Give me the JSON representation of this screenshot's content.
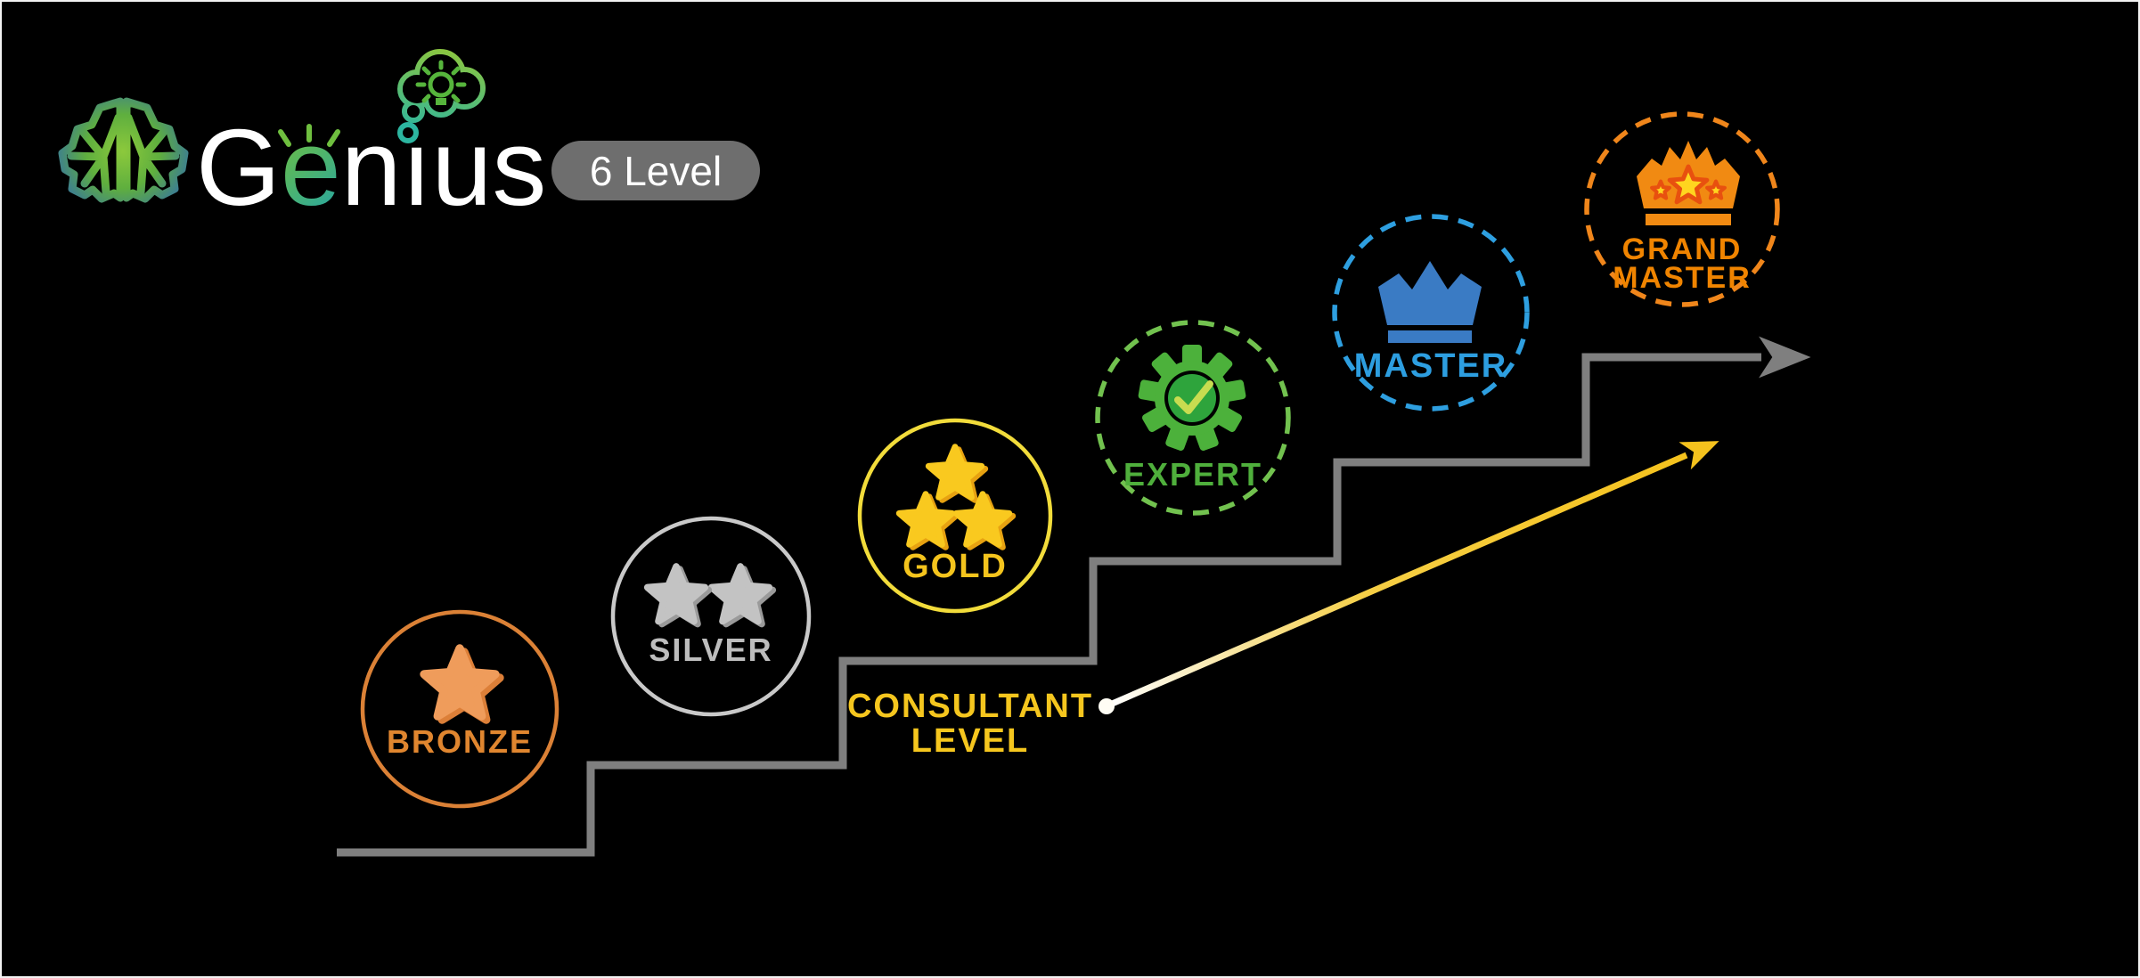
{
  "logo": {
    "brand_g": "G",
    "brand_e": "e",
    "brand_n": "n",
    "brand_i": "ı",
    "brand_us": "us",
    "brand_word": "Genius",
    "badge_label": "6 Level",
    "icons": [
      "brain-icon",
      "thought-cloud-icon",
      "lightbulb-sun-icon"
    ]
  },
  "levels": [
    {
      "label": "BRONZE",
      "icon": "one-star-icon",
      "circle_style": "solid",
      "circle_color": "#DB8136",
      "text_color": "#E0862F",
      "star_fill": "#EF9C5B",
      "star_shade": "#DC7F38"
    },
    {
      "label": "SILVER",
      "icon": "two-stars-icon",
      "circle_style": "solid",
      "circle_color": "#C9C9C9",
      "text_color": "#BDBDBD",
      "star_fill": "#C3C3C3",
      "star_shade": "#9A9A9A"
    },
    {
      "label": "GOLD",
      "icon": "three-stars-icon",
      "circle_style": "solid",
      "circle_color": "#F2DC3B",
      "text_color": "#F4C41D",
      "star_fill": "#F9C91F",
      "star_shade": "#E7A211"
    },
    {
      "label": "EXPERT",
      "icon": "gear-check-icon",
      "circle_style": "dashed",
      "circle_color": "#72C24F",
      "text_color": "#4FAF3C",
      "gear_color": "#4CB13B",
      "check_color": "#C8DC50"
    },
    {
      "label": "MASTER",
      "icon": "crown-icon",
      "circle_style": "dashed",
      "circle_color": "#2E9FE0",
      "text_color": "#2D9EE0",
      "crown_color": "#3A7BC4"
    },
    {
      "label_line1": "GRAND",
      "label_line2": "MASTER",
      "icon": "crown-stars-icon",
      "circle_style": "dashed",
      "circle_color": "#F0861B",
      "text_color": "#F08400",
      "crown_color": "#F18A12",
      "star_fill": "#FFD51F",
      "star_outline": "#E8500F"
    }
  ],
  "annotation": {
    "line1": "CONSULTANT",
    "line2": "LEVEL",
    "color": "#F5C61E"
  },
  "colors": {
    "background": "#000000",
    "stair_gray": "#7F7F7F",
    "arrow_yellow": "#F5C21D",
    "teal_dot": "#2CB5A0",
    "badge_pill": "#6E6E6E"
  }
}
